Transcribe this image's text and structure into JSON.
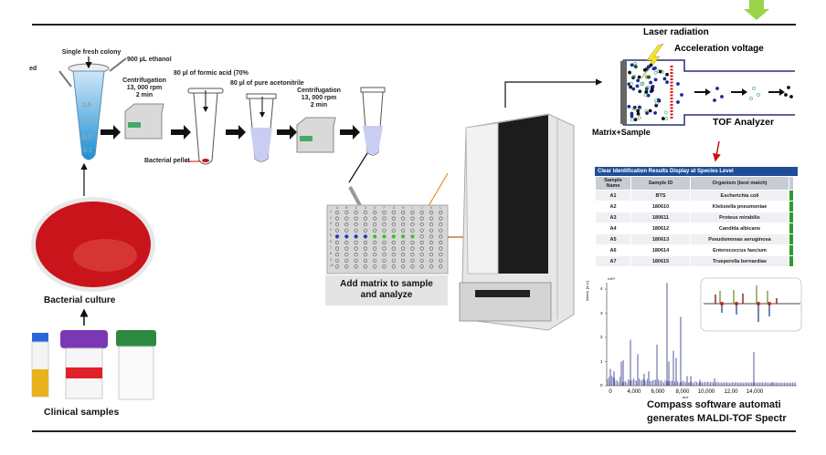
{
  "workflow": {
    "cut_label": "ed",
    "colony_label": "Single fresh colony",
    "ethanol_label": "900 µL  ethanol",
    "centrifuge1_label": [
      "Centrifugation",
      "13, 000 rpm",
      "2 min"
    ],
    "formic_label": "80 µl of formic acid (70%",
    "acetonitrile_label": "80 µl of pure acetonitrile",
    "centrifuge2_label": [
      "Centrifugation",
      "13, 000 rpm",
      "2 min"
    ],
    "pellet_label": "Bacterial pellet",
    "tube_marks": [
      "1.5",
      "1.0",
      "0.5",
      "0.1"
    ],
    "culture_label": "Bacterial culture",
    "clinical_label": "Clinical samples",
    "plate_label": [
      "Add matrix to sample",
      "and analyze"
    ],
    "plate_cols": [
      "A",
      "B",
      "C",
      "D",
      "E",
      "F",
      "G",
      "H",
      "I",
      "J",
      "K",
      "L"
    ],
    "plate_rows": [
      "1",
      "2",
      "3",
      "4",
      "5",
      "6",
      "7",
      "8",
      "9",
      "10"
    ]
  },
  "tof": {
    "laser_label": "Laser radiation",
    "voltage_label": "Acceleration voltage",
    "analyzer_label": "TOF Analyzer",
    "matrix_label": "Matrix+Sample"
  },
  "results": {
    "title": "Clear Identification Results Display at Species Level",
    "headers": [
      "Sample Name",
      "Sample ID",
      "Organism (best match)"
    ],
    "rows": [
      [
        "A1",
        "BTS",
        "Escherichia coli"
      ],
      [
        "A2",
        "180610",
        "Klebsiella pneumoniae"
      ],
      [
        "A3",
        "180611",
        "Proteus mirabilis"
      ],
      [
        "A4",
        "180612",
        "Candida albicans"
      ],
      [
        "A5",
        "180613",
        "Pseudomonas aeruginosa"
      ],
      [
        "A6",
        "180614",
        "Enterococcus faecium"
      ],
      [
        "A7",
        "180615",
        "Trueperella bernardiae"
      ]
    ],
    "title_color": "#1f4e96",
    "status_color": "#2c9b2c"
  },
  "spectrum": {
    "y_unit": "Intens. [a.u.]",
    "y_exp": "x10⁴",
    "y_ticks": [
      "0",
      "1",
      "2",
      "3",
      "4"
    ],
    "x_ticks": [
      "0",
      "4,000",
      "6,000",
      "8,000",
      "10,000",
      "12,00",
      "14,000"
    ],
    "x_unit": "m/z",
    "caption": [
      "Compass software automati",
      "generates MALDI-TOF Spectr"
    ]
  }
}
